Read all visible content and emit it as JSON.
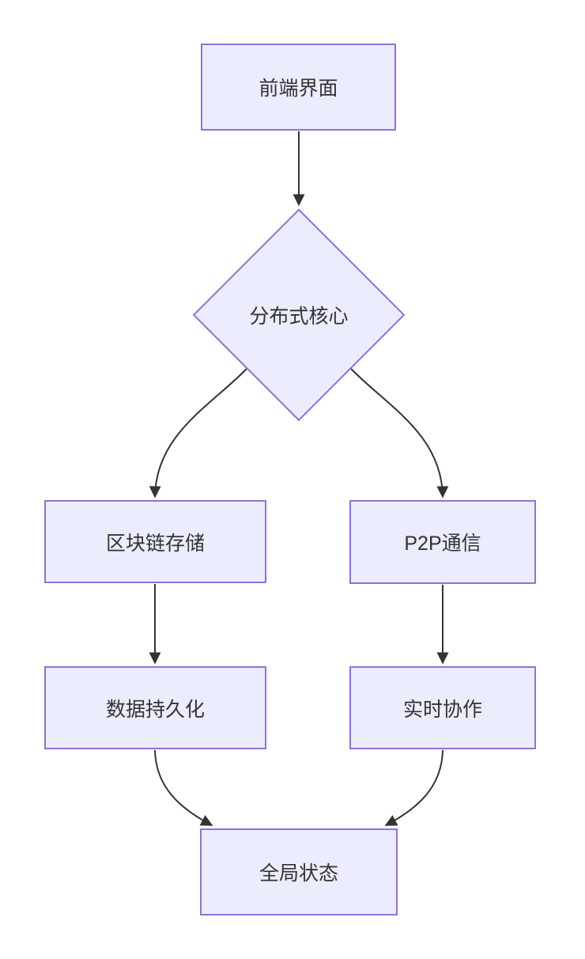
{
  "diagram": {
    "type": "flowchart",
    "direction": "top-down",
    "nodes": [
      {
        "id": "frontend",
        "label": "前端界面",
        "shape": "rect"
      },
      {
        "id": "core",
        "label": "分布式核心",
        "shape": "diamond"
      },
      {
        "id": "blockchain",
        "label": "区块链存储",
        "shape": "rect"
      },
      {
        "id": "p2p",
        "label": "P2P通信",
        "shape": "rect"
      },
      {
        "id": "persistence",
        "label": "数据持久化",
        "shape": "rect"
      },
      {
        "id": "realtime",
        "label": "实时协作",
        "shape": "rect"
      },
      {
        "id": "global",
        "label": "全局状态",
        "shape": "rect"
      }
    ],
    "edges": [
      {
        "from": "frontend",
        "to": "core",
        "label": ""
      },
      {
        "from": "core",
        "to": "blockchain",
        "label": ""
      },
      {
        "from": "core",
        "to": "p2p",
        "label": ""
      },
      {
        "from": "blockchain",
        "to": "persistence",
        "label": ""
      },
      {
        "from": "p2p",
        "to": "realtime",
        "label": ""
      },
      {
        "from": "persistence",
        "to": "global",
        "label": ""
      },
      {
        "from": "realtime",
        "to": "global",
        "label": ""
      }
    ],
    "colors": {
      "background": "#FFFFFF",
      "node_fill": "#ECECFF",
      "node_border": "#9370DB",
      "edge": "#333333",
      "text": "#333333"
    }
  }
}
